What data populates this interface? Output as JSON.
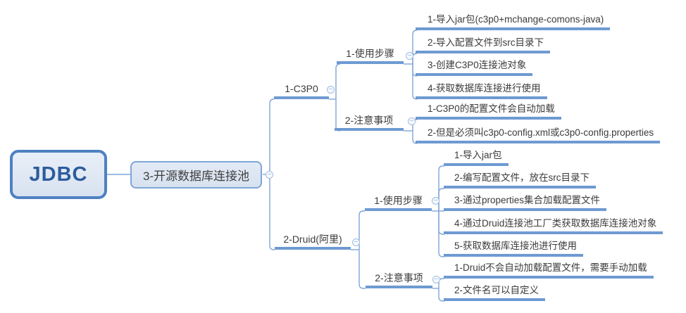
{
  "colors": {
    "line": "#7fa5d8",
    "underline": "#6e9ad2",
    "root_border": "#4e81c2",
    "node_fill": "#dce6f2",
    "root_text": "#2d5c9c",
    "text": "#3b3b3b"
  },
  "icons": {
    "collapse_glyph": "−"
  },
  "root": {
    "label": "JDBC"
  },
  "topic": {
    "label": "3-开源数据库连接池"
  },
  "branches": {
    "c3p0": {
      "label": "1-C3P0",
      "children": {
        "steps": {
          "label": "1-使用步骤",
          "items": [
            "1-导入jar包(c3p0+mchange-comons-java)",
            "2-导入配置文件到src目录下",
            "3-创建C3P0连接池对象",
            "4-获取数据库连接进行使用"
          ]
        },
        "notes": {
          "label": "2-注意事项",
          "items": [
            "1-C3P0的配置文件会自动加载",
            "2-但是必须叫c3p0-config.xml或c3p0-config.properties"
          ]
        }
      }
    },
    "druid": {
      "label": "2-Druid(阿里)",
      "children": {
        "steps": {
          "label": "1-使用步骤",
          "items": [
            "1-导入jar包",
            "2-编写配置文件，放在src目录下",
            "3-通过properties集合加载配置文件",
            "4-通过Druid连接池工厂类获取数据库连接池对象",
            "5-获取数据库连接池进行使用"
          ]
        },
        "notes": {
          "label": "2-注意事项",
          "items": [
            "1-Druid不会自动加载配置文件，需要手动加载",
            "2-文件名可以自定义"
          ]
        }
      }
    }
  }
}
